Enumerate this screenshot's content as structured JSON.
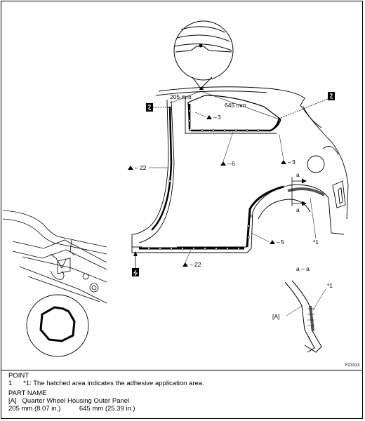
{
  "figure_id": "F23313",
  "callouts": {
    "dim_205": "205 mm",
    "dim_645": "645 mm",
    "c3a": "3",
    "c3b": "3",
    "c6": "6",
    "c22a": "22",
    "c22b": "22",
    "c5": "5",
    "star1": "*1",
    "sec_a1": "a",
    "sec_a2": "a",
    "section_title": "a – a",
    "section_star1": "*1",
    "bracket_A": "[A]"
  },
  "notes": {
    "point_heading": "POINT",
    "point_number": "1",
    "point_text": "*1: The hatched area indicates the adhesive application area.",
    "part_heading": "PART NAME",
    "part_tag": "[A]",
    "part_text": "Quarter Wheel Housing Outer Panel",
    "dim_205_line": "205 mm (8.07 in.)",
    "dim_645_line": "645 mm (25.39 in.)"
  }
}
